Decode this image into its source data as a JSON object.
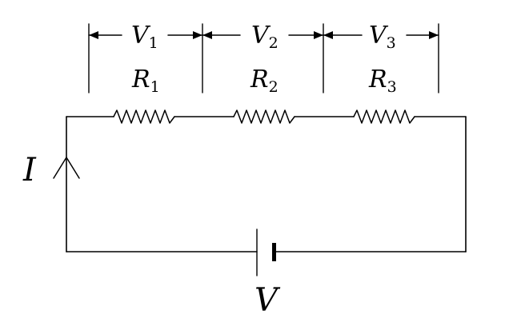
{
  "diagram": {
    "voltages": [
      {
        "symbol": "V",
        "subscript": "1"
      },
      {
        "symbol": "V",
        "subscript": "2"
      },
      {
        "symbol": "V",
        "subscript": "3"
      }
    ],
    "resistors": [
      {
        "symbol": "R",
        "subscript": "1"
      },
      {
        "symbol": "R",
        "subscript": "2"
      },
      {
        "symbol": "R",
        "subscript": "3"
      }
    ],
    "current": {
      "symbol": "I"
    },
    "source": {
      "symbol": "V"
    },
    "colors": {
      "stroke": "#000000",
      "background": "#ffffff"
    }
  }
}
